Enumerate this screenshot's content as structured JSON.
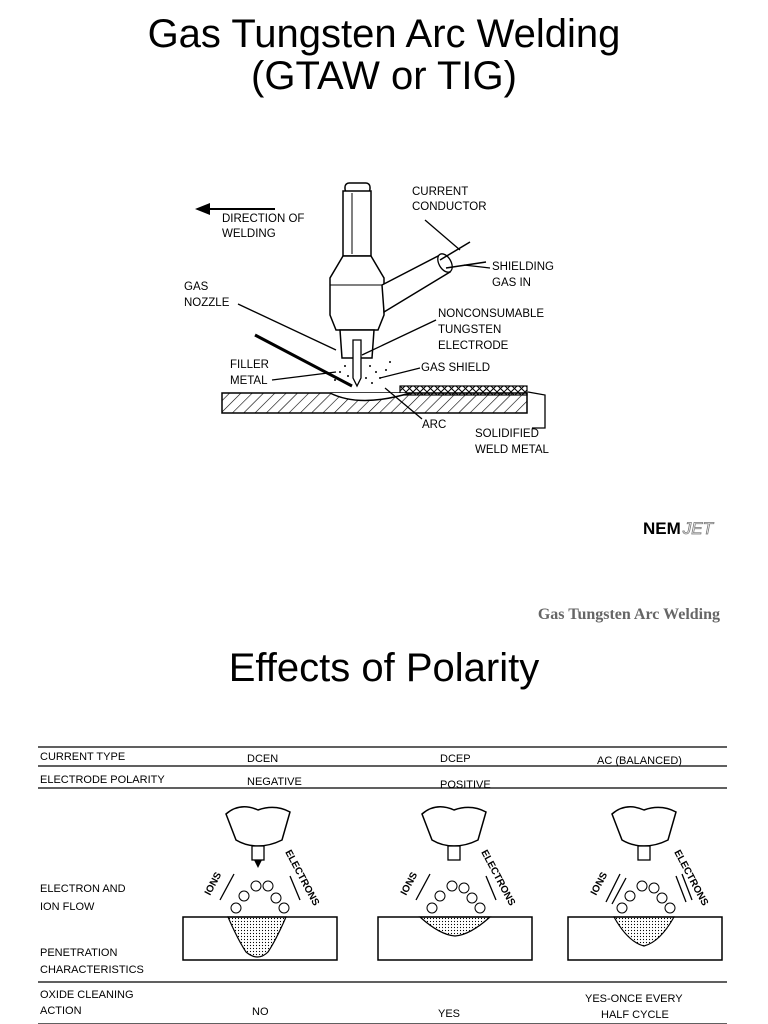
{
  "slide1": {
    "title_line1": "Gas Tungsten Arc Welding",
    "title_line2": "(GTAW or TIG)",
    "labels": {
      "direction_line1": "DIRECTION OF",
      "direction_line2": "WELDING",
      "current_line1": "CURRENT",
      "current_line2": "CONDUCTOR",
      "shielding_line1": "SHIELDING",
      "shielding_line2": "GAS IN",
      "nozzle_line1": "GAS",
      "nozzle_line2": "NOZZLE",
      "electrode_line1": "NONCONSUMABLE",
      "electrode_line2": "TUNGSTEN",
      "electrode_line3": "ELECTRODE",
      "filler_line1": "FILLER",
      "filler_line2": "METAL",
      "gas_shield": "GAS SHIELD",
      "arc": "ARC",
      "weld_line1": "SOLIDIFIED",
      "weld_line2": "WELD METAL"
    },
    "logo_main": "NEM",
    "logo_sub": "JET"
  },
  "slide2": {
    "running_header": "Gas Tungsten Arc Welding",
    "title": "Effects of Polarity",
    "table": {
      "row_current_type": "CURRENT TYPE",
      "row_polarity": "ELECTRODE POLARITY",
      "row_flow_line1": "ELECTRON AND",
      "row_flow_line2": "ION FLOW",
      "row_penetration_line1": "PENETRATION",
      "row_penetration_line2": "CHARACTERISTICS",
      "row_oxide_line1": "OXIDE CLEANING",
      "row_oxide_line2": "ACTION",
      "ions": "IONS",
      "electrons": "ELECTRONS",
      "columns": [
        {
          "current": "DCEN",
          "polarity": "NEGATIVE",
          "oxide_line1": "NO",
          "oxide_line2": ""
        },
        {
          "current": "DCEP",
          "polarity": "POSITIVE",
          "oxide_line1": "YES",
          "oxide_line2": ""
        },
        {
          "current": "AC (BALANCED)",
          "polarity": "",
          "oxide_line1": "YES-ONCE EVERY",
          "oxide_line2": "HALF CYCLE"
        }
      ]
    }
  }
}
